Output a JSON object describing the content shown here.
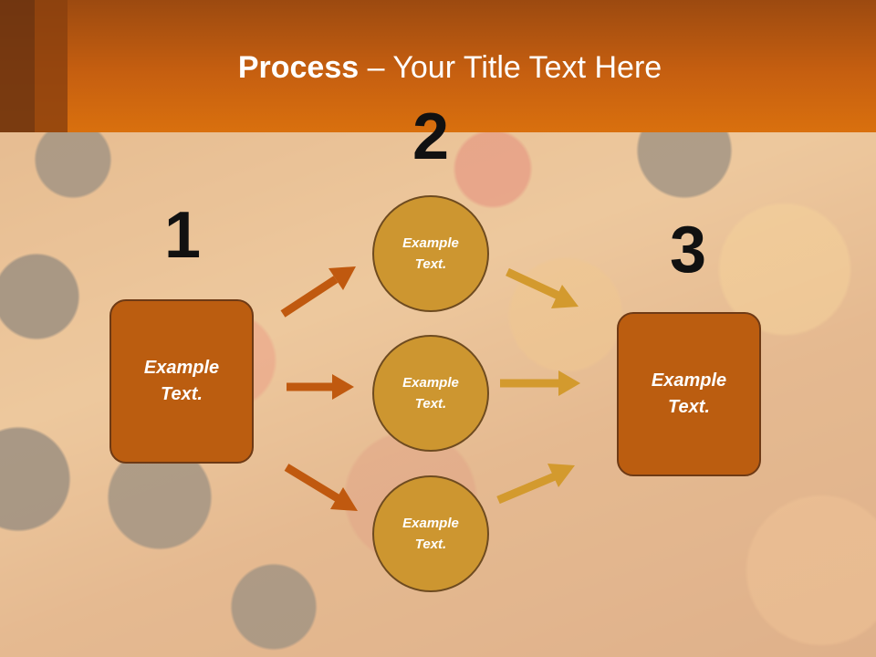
{
  "header": {
    "title_bold": "Process",
    "title_rest": " – Your Title Text Here"
  },
  "steps": {
    "step1": {
      "number": "1",
      "text": "Example Text."
    },
    "step2": {
      "number": "2",
      "circles": [
        "Example Text.",
        "Example Text.",
        "Example Text."
      ]
    },
    "step3": {
      "number": "3",
      "text": "Example Text."
    }
  },
  "colors": {
    "header": "#c65f10",
    "box_fill": "#bb5d10",
    "circle_fill": "#cd9630",
    "arrow_left": "#c0590f",
    "arrow_right": "#d39a2e"
  }
}
